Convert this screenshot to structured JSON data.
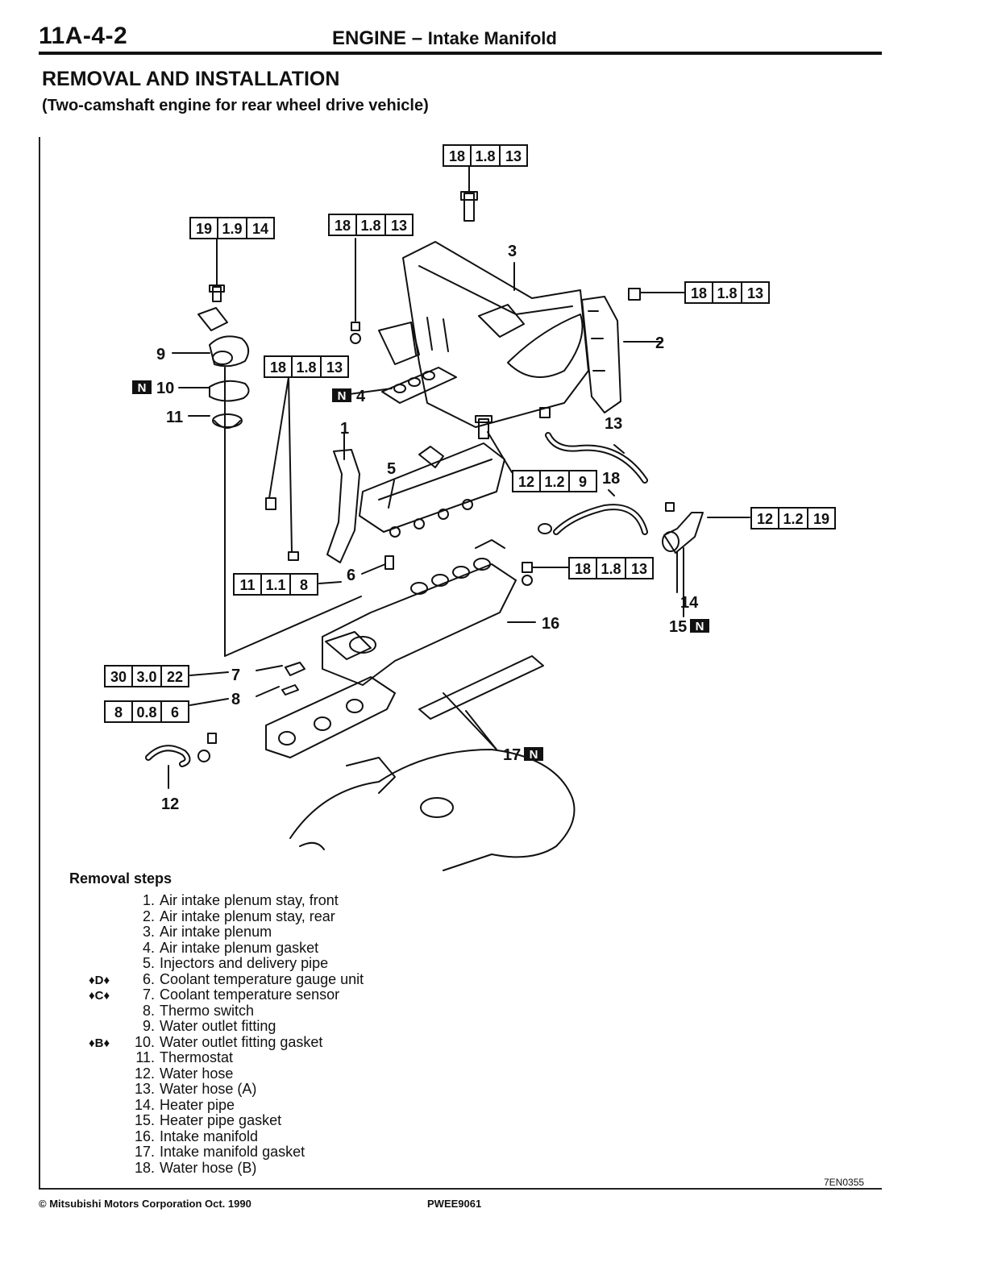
{
  "header": {
    "page_number": "11A-4-2",
    "title": "ENGINE",
    "dash": "–",
    "subtitle": "Intake Manifold"
  },
  "section": {
    "title": "REMOVAL AND INSTALLATION",
    "subtitle": "(Two-camshaft engine for rear wheel drive vehicle)"
  },
  "diagram": {
    "torque_boxes": [
      [
        "18",
        "1.8",
        "13"
      ],
      [
        "19",
        "1.9",
        "14"
      ],
      [
        "18",
        "1.8",
        "13"
      ],
      [
        "18",
        "1.8",
        "13"
      ],
      [
        "18",
        "1.8",
        "13"
      ],
      [
        "12",
        "1.2",
        "9"
      ],
      [
        "12",
        "1.2",
        "19"
      ],
      [
        "11",
        "1.1",
        "8"
      ],
      [
        "18",
        "1.8",
        "13"
      ],
      [
        "30",
        "3.0",
        "22"
      ],
      [
        "8",
        "0.8",
        "6"
      ]
    ],
    "callouts": [
      "1",
      "2",
      "3",
      "4",
      "5",
      "6",
      "7",
      "8",
      "9",
      "10",
      "11",
      "12",
      "13",
      "14",
      "15",
      "16",
      "17",
      "18"
    ],
    "new_part_mark": "N"
  },
  "removal": {
    "title": "Removal steps",
    "steps": [
      {
        "mark": "",
        "num": "1.",
        "text": "Air intake plenum stay, front"
      },
      {
        "mark": "",
        "num": "2.",
        "text": "Air intake plenum stay, rear"
      },
      {
        "mark": "",
        "num": "3.",
        "text": "Air intake plenum"
      },
      {
        "mark": "",
        "num": "4.",
        "text": "Air intake plenum gasket"
      },
      {
        "mark": "",
        "num": "5.",
        "text": "Injectors and delivery pipe"
      },
      {
        "mark": "♦D♦",
        "num": "6.",
        "text": "Coolant temperature gauge unit"
      },
      {
        "mark": "♦C♦",
        "num": "7.",
        "text": "Coolant temperature sensor"
      },
      {
        "mark": "",
        "num": "8.",
        "text": "Thermo switch"
      },
      {
        "mark": "",
        "num": "9.",
        "text": "Water outlet fitting"
      },
      {
        "mark": "♦B♦",
        "num": "10.",
        "text": "Water outlet fitting gasket"
      },
      {
        "mark": "",
        "num": "11.",
        "text": "Thermostat"
      },
      {
        "mark": "",
        "num": "12.",
        "text": "Water hose"
      },
      {
        "mark": "",
        "num": "13.",
        "text": "Water hose (A)"
      },
      {
        "mark": "",
        "num": "14.",
        "text": "Heater pipe"
      },
      {
        "mark": "",
        "num": "15.",
        "text": "Heater pipe gasket"
      },
      {
        "mark": "",
        "num": "16.",
        "text": "Intake manifold"
      },
      {
        "mark": "",
        "num": "17.",
        "text": "Intake manifold gasket"
      },
      {
        "mark": "",
        "num": "18.",
        "text": "Water hose (B)"
      }
    ]
  },
  "footer": {
    "figure_code": "7EN0355",
    "copyright": "© Mitsubishi Motors Corporation   Oct. 1990",
    "doc_code": "PWEE9061"
  }
}
